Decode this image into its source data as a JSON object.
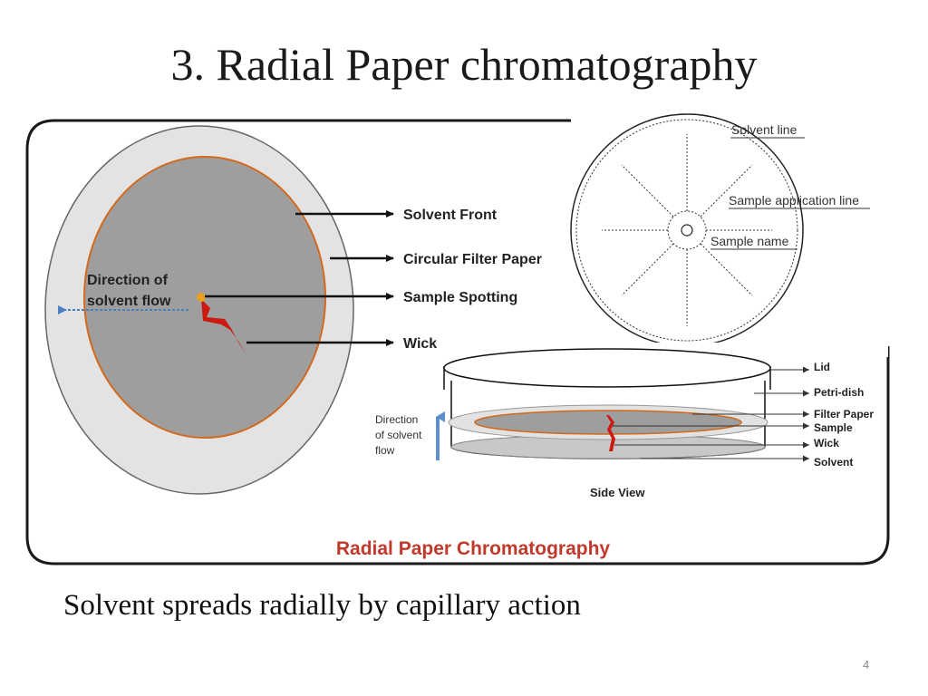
{
  "slide": {
    "title": "3. Radial Paper chromatography",
    "caption": "Solvent spreads radially by capillary action",
    "page_number": "4"
  },
  "top_view": {
    "labels": {
      "solvent_front": "Solvent Front",
      "circular_filter_paper": "Circular Filter Paper",
      "sample_spotting": "Sample Spotting",
      "wick": "Wick",
      "direction_line1": "Direction of",
      "direction_line2": "solvent flow"
    }
  },
  "sketch": {
    "labels": {
      "solvent_line": "Solvent line",
      "sample_application_line": "Sample application line",
      "sample_name": "Sample name"
    }
  },
  "side_view": {
    "labels": {
      "lid": "Lid",
      "petri_dish": "Petri-dish",
      "filter_paper": "Filter Paper",
      "sample": "Sample",
      "wick": "Wick",
      "solvent": "Solvent",
      "direction_line1": "Direction",
      "direction_line2": "of solvent",
      "direction_line3": "flow",
      "title": "Side View"
    }
  },
  "figure_title": "Radial Paper Chromatography",
  "colors": {
    "figure_title": "#c0392b",
    "paper_fill": "#9e9e9e",
    "dish_fill": "#e3e3e3",
    "ring": "#d2691e",
    "wick": "#cc1a10",
    "arrow_blue": "#4a7fc1"
  }
}
